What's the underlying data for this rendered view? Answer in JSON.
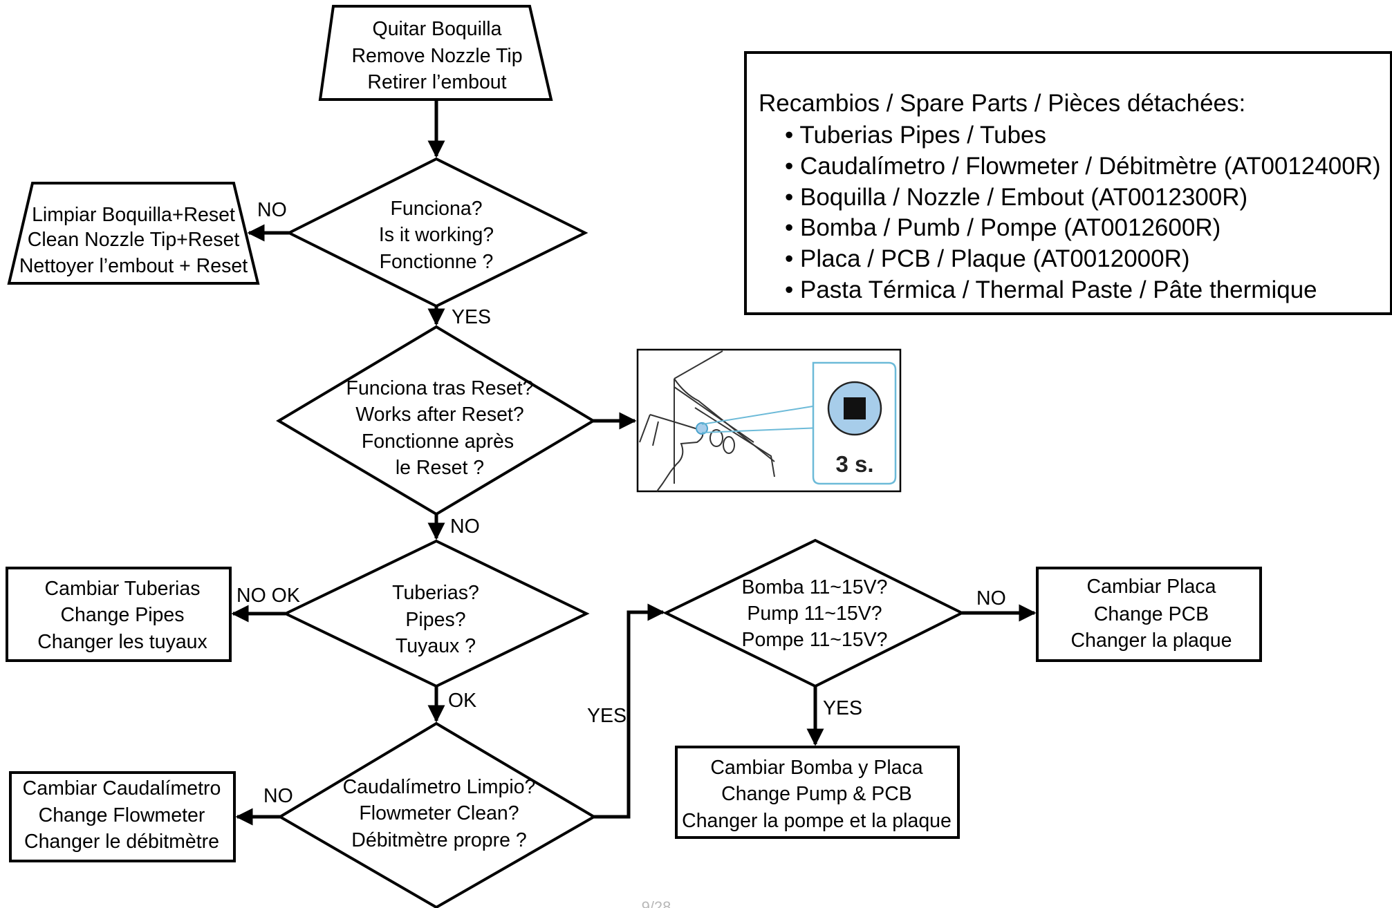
{
  "nodes": {
    "remove_tip": [
      "Quitar Boquilla",
      "Remove Nozzle Tip",
      "Retirer l’embout"
    ],
    "is_working": [
      "Funciona?",
      "Is it working?",
      "Fonctionne ?"
    ],
    "clean_tip": [
      "Limpiar Boquilla+Reset",
      "Clean Nozzle Tip+Reset",
      "Nettoyer l’embout + Reset"
    ],
    "works_after_reset": [
      "Funciona tras Reset?",
      "Works after Reset?",
      "Fonctionne après",
      "le Reset ?"
    ],
    "pipes_question": [
      "Tuberias?",
      "Pipes?",
      "Tuyaux ?"
    ],
    "change_pipes": [
      "Cambiar Tuberias",
      "Change Pipes",
      "Changer les tuyaux"
    ],
    "flowmeter_clean": [
      "Caudalímetro Limpio?",
      "Flowmeter Clean?",
      "Débitmètre propre ?"
    ],
    "change_flowmeter": [
      "Cambiar Caudalímetro",
      "Change Flowmeter",
      "Changer le débitmètre"
    ],
    "pump_voltage": [
      "Bomba 11~15V?",
      "Pump 11~15V?",
      "Pompe 11~15V?"
    ],
    "change_pcb": [
      "Cambiar Placa",
      "Change PCB",
      "Changer la plaque"
    ],
    "change_pump_pcb": [
      "Cambiar Bomba y Placa",
      "Change Pump & PCB",
      "Changer la pompe et la plaque"
    ]
  },
  "edges": {
    "working_no": "NO",
    "working_yes": "YES",
    "reset_no": "NO",
    "pipes_nook": "NO OK",
    "pipes_ok": "OK",
    "flow_no": "NO",
    "flow_yes": "YES",
    "pump_no": "NO",
    "pump_yes": "YES"
  },
  "spare_parts": {
    "title": "Recambios / Spare Parts / Pièces détachées:",
    "items": [
      "Tuberias Pipes / Tubes",
      "Caudalímetro / Flowmeter / Débitmètre (AT0012400R)",
      "Boquilla / Nozzle / Embout (AT0012300R)",
      "Bomba / Pumb / Pompe (AT0012600R)",
      "Placa / PCB / Plaque (AT0012000R)",
      "Pasta Térmica / Thermal Paste / Pâte thermique"
    ]
  },
  "reset_illustration": {
    "duration": "3 s.",
    "button_icon": "stop-square-icon"
  },
  "page_number": "9/28",
  "colors": {
    "line": "#000000",
    "illustration_frame": "#6cbad8",
    "button_fill": "#a7cdea",
    "button_square": "#111111",
    "page_number": "#b8b8b8"
  }
}
